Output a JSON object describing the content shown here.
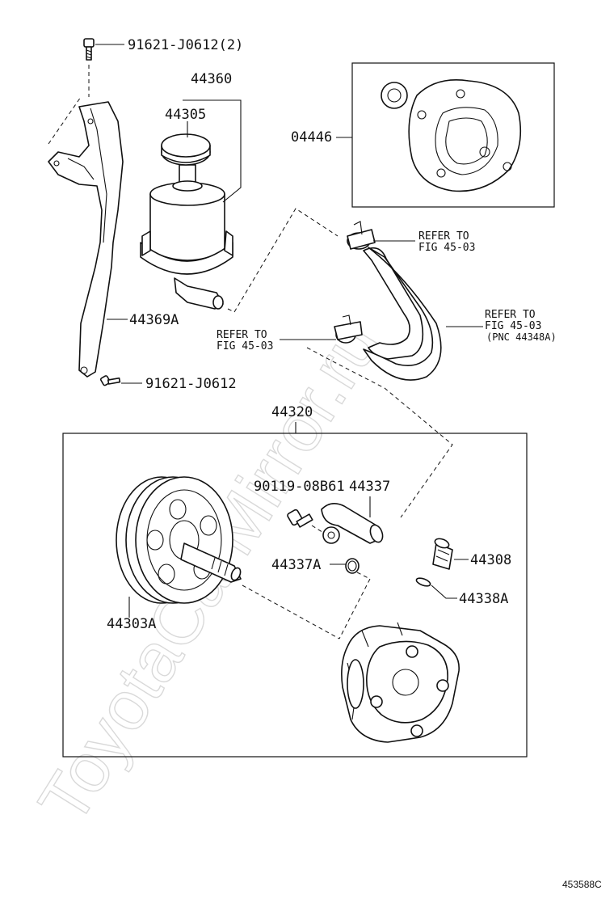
{
  "watermark": "ToyotaCarMirror.ru",
  "figure_code": "453588C",
  "labels": {
    "bolt_top": "91621-J0612(2)",
    "reservoir_assy": "44360",
    "reservoir_cap": "44305",
    "gasket_kit": "04446",
    "bracket": "44369A",
    "bolt_bottom": "91621-J0612",
    "refer_upper_1": "REFER TO",
    "refer_upper_2": "FIG 45-03",
    "refer_right_1": "REFER TO",
    "refer_right_2": "FIG 45-03",
    "refer_right_3": "(PNC 44348A)",
    "refer_left_1": "REFER TO",
    "refer_left_2": "FIG 45-03",
    "pump_assy": "44320",
    "union_bolt": "90119-08B61",
    "union": "44337",
    "union_ring": "44337A",
    "valve": "44308",
    "valve_ring": "44338A",
    "pulley": "44303A"
  }
}
